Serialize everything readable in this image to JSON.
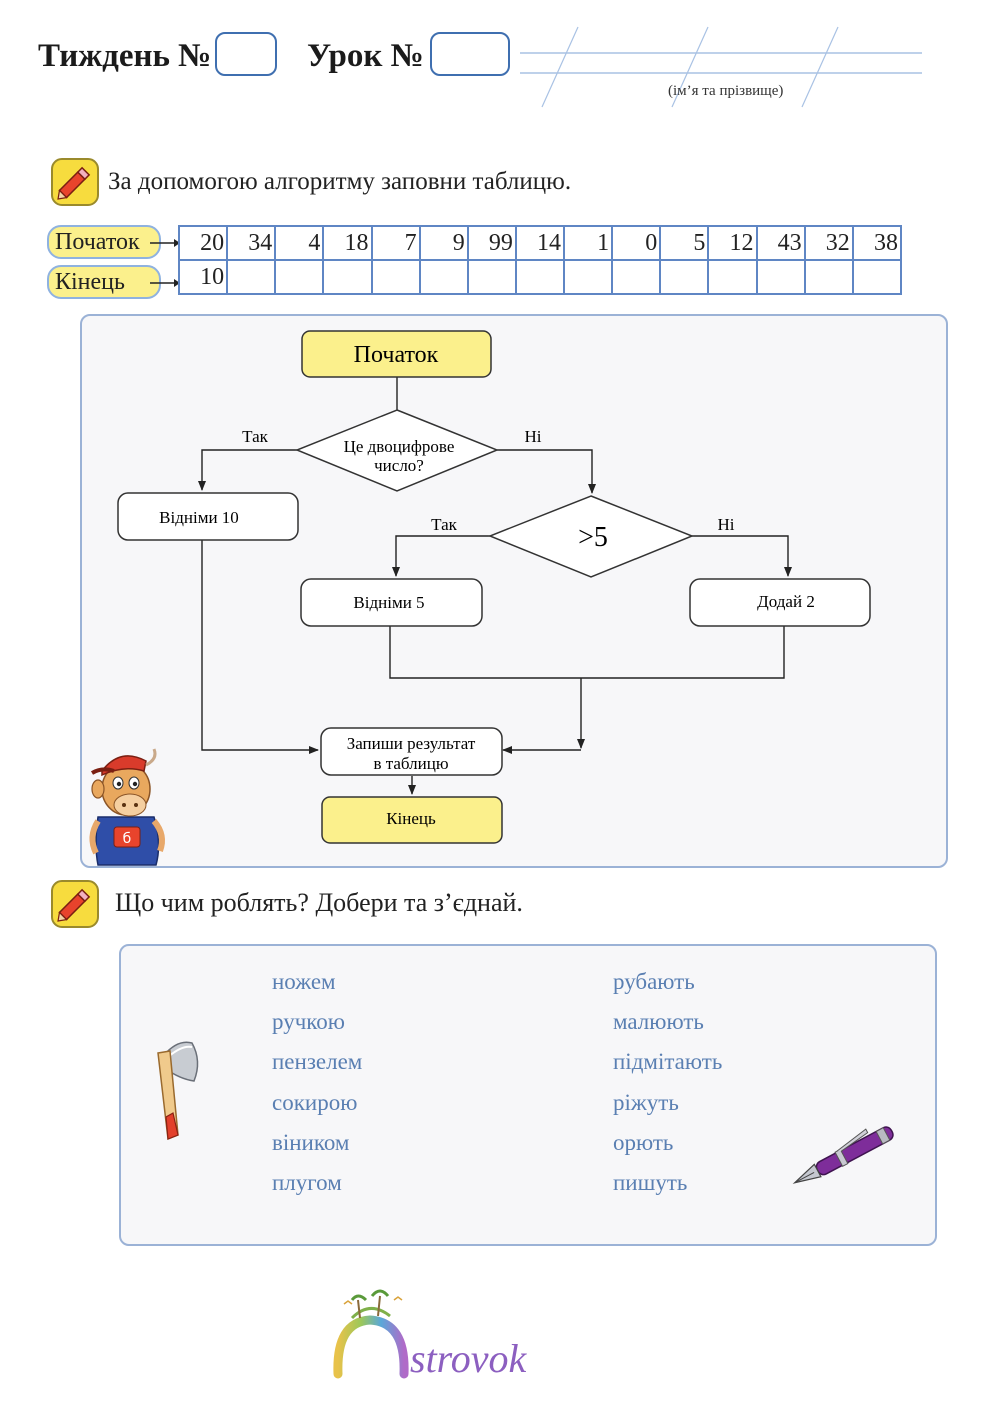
{
  "header": {
    "week_label": "Тиждень №",
    "lesson_label": "Урок №",
    "name_caption": "(ім’я та прізвище)"
  },
  "task1": {
    "instruction": "За допомогою алгоритму заповни таблицю.",
    "row_start_label": "Початок",
    "row_end_label": "Кінець",
    "start_values": [
      "20",
      "34",
      "4",
      "18",
      "7",
      "9",
      "99",
      "14",
      "1",
      "0",
      "5",
      "12",
      "43",
      "32",
      "38"
    ],
    "end_values": [
      "10",
      "",
      "",
      "",
      "",
      "",
      "",
      "",
      "",
      "",
      "",
      "",
      "",
      "",
      ""
    ]
  },
  "flowchart": {
    "start": "Початок",
    "decision1_line1": "Це двоцифрове",
    "decision1_line2": "число?",
    "yes1": "Так",
    "no1": "Ні",
    "subtract10": "Відніми 10",
    "decision2": ">5",
    "yes2": "Так",
    "no2": "Ні",
    "subtract5": "Відніми 5",
    "add2": "Додай 2",
    "write_line1": "Запиши результат",
    "write_line2": "в таблицю",
    "end": "Кінець"
  },
  "task2": {
    "instruction": "Що чим роблять? Добери та з’єднай.",
    "tools": [
      "ножем",
      "ручкою",
      "пензелем",
      "сокирою",
      "віником",
      "плугом"
    ],
    "actions": [
      "рубають",
      "малюють",
      "підмітають",
      "ріжуть",
      "орють",
      "пишуть"
    ]
  },
  "logo": {
    "text": "strovok"
  },
  "colors": {
    "accent_blue": "#3f6fb0",
    "pill_yellow": "#fbf08c",
    "word_blue": "#5a7fb2"
  }
}
